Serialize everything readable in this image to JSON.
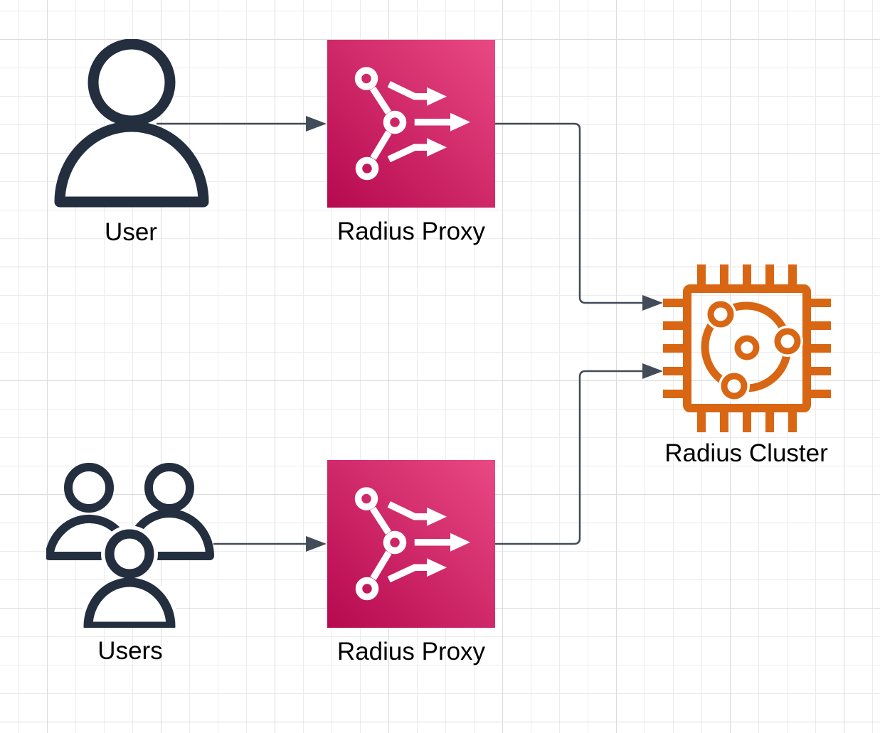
{
  "diagram": {
    "type": "architecture-diagram",
    "nodes": {
      "user": {
        "label": "User",
        "icon": "person-icon"
      },
      "proxy_top": {
        "label": "Radius Proxy",
        "icon": "load-balancer-icon"
      },
      "users": {
        "label": "Users",
        "icon": "people-group-icon"
      },
      "proxy_bottom": {
        "label": "Radius Proxy",
        "icon": "load-balancer-icon"
      },
      "cluster": {
        "label": "Radius Cluster",
        "icon": "processor-chip-icon"
      }
    },
    "edges": [
      {
        "from": "User",
        "to": "Radius Proxy (top)"
      },
      {
        "from": "Radius Proxy (top)",
        "to": "Radius Cluster"
      },
      {
        "from": "Users",
        "to": "Radius Proxy (bottom)"
      },
      {
        "from": "Radius Proxy (bottom)",
        "to": "Radius Cluster"
      }
    ],
    "colors": {
      "person_stroke": "#232F3E",
      "proxy_gradient_start": "#B6094F",
      "proxy_gradient_end": "#E94983",
      "cluster_stroke": "#D86613",
      "connector": "#424C58",
      "label_text": "#000000",
      "grid_minor": "#ECECEC",
      "grid_major": "#DCDCDC",
      "canvas_background": "#FFFFFF"
    }
  }
}
